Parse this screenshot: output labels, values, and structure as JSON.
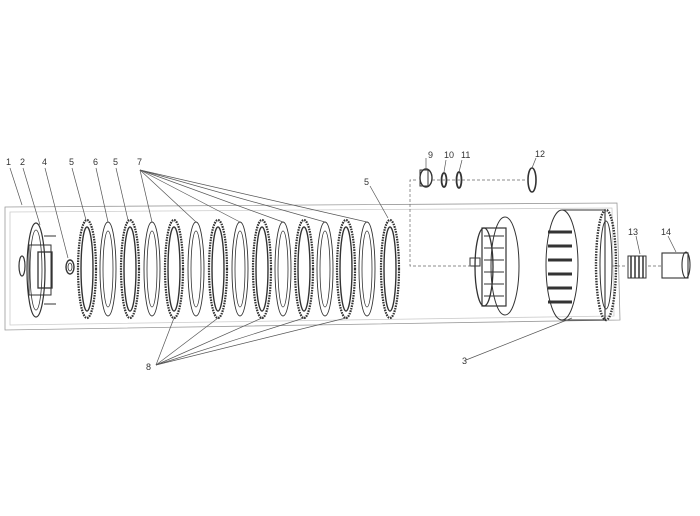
{
  "callouts": [
    {
      "label": "1"
    },
    {
      "label": "2"
    },
    {
      "label": "4"
    },
    {
      "label": "5"
    },
    {
      "label": "6"
    },
    {
      "label": "5"
    },
    {
      "label": "7"
    },
    {
      "label": "5"
    },
    {
      "label": "9"
    },
    {
      "label": "10"
    },
    {
      "label": "11"
    },
    {
      "label": "12"
    },
    {
      "label": "8"
    },
    {
      "label": "3"
    },
    {
      "label": "13"
    },
    {
      "label": "14"
    }
  ],
  "colors": {
    "line": "#333333",
    "frame": "#9a9a9a",
    "text": "#333333"
  }
}
